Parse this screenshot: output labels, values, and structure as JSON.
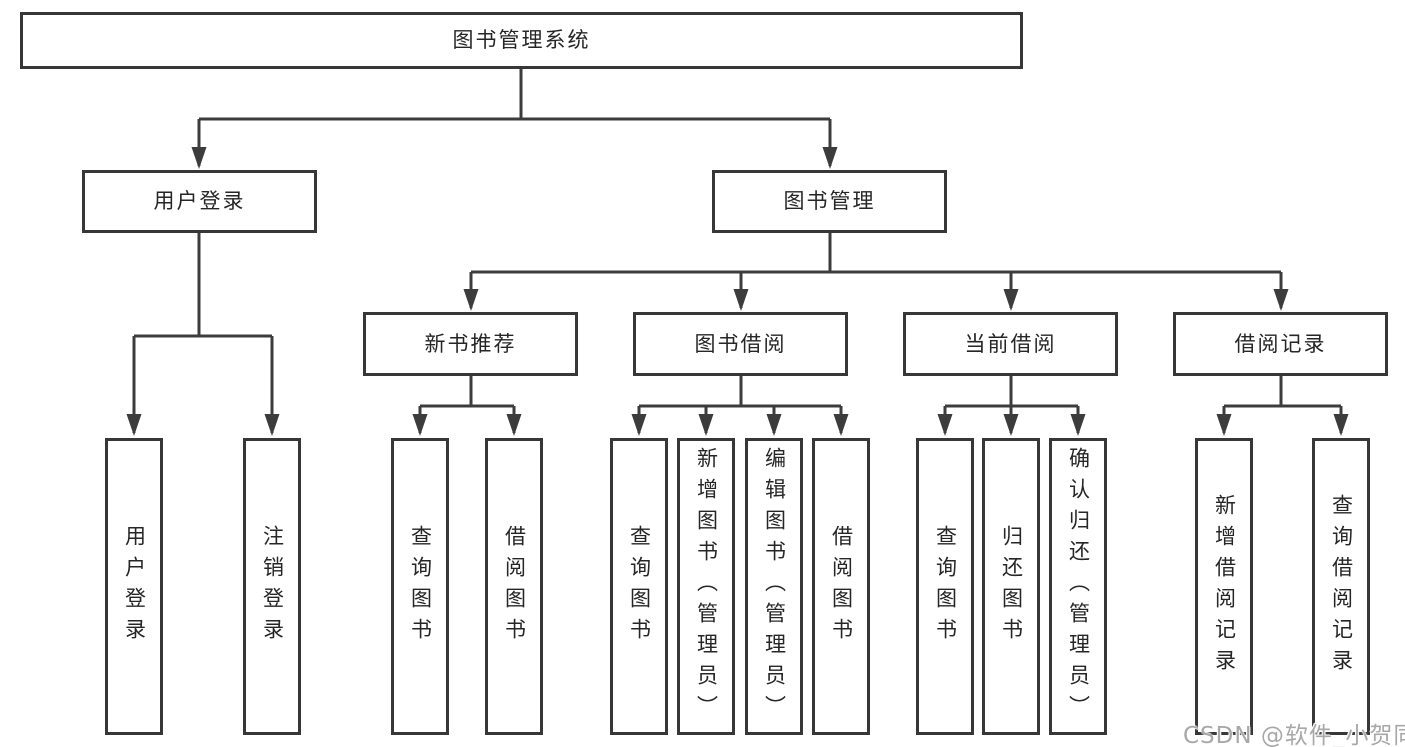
{
  "diagram": {
    "title": "图书管理系统",
    "root": {
      "label": "图书管理系统"
    },
    "level2": [
      {
        "label": "用户登录"
      },
      {
        "label": "图书管理"
      }
    ],
    "level3": [
      {
        "label": "新书推荐"
      },
      {
        "label": "图书借阅"
      },
      {
        "label": "当前借阅"
      },
      {
        "label": "借阅记录"
      }
    ],
    "leaves": [
      {
        "label": "用户登录",
        "parent": "用户登录"
      },
      {
        "label": "注销登录",
        "parent": "用户登录"
      },
      {
        "label": "查询图书",
        "parent": "新书推荐"
      },
      {
        "label": "借阅图书",
        "parent": "新书推荐"
      },
      {
        "label": "查询图书",
        "parent": "图书借阅"
      },
      {
        "label": "新增图书（管理员）",
        "parent": "图书借阅"
      },
      {
        "label": "编辑图书（管理员）",
        "parent": "图书借阅"
      },
      {
        "label": "借阅图书",
        "parent": "图书借阅"
      },
      {
        "label": "查询图书",
        "parent": "当前借阅"
      },
      {
        "label": "归还图书",
        "parent": "当前借阅"
      },
      {
        "label": "确认归还（管理员）",
        "parent": "当前借阅"
      },
      {
        "label": "新增借阅记录",
        "parent": "借阅记录"
      },
      {
        "label": "查询借阅记录",
        "parent": "借阅记录"
      }
    ],
    "watermark": "CSDN @软件_小贺同学",
    "colors": {
      "line": "#3c3c3c",
      "box_border": "#373737",
      "text": "#262626",
      "watermark": "#a8a8a8",
      "background": "#ffffff"
    }
  }
}
